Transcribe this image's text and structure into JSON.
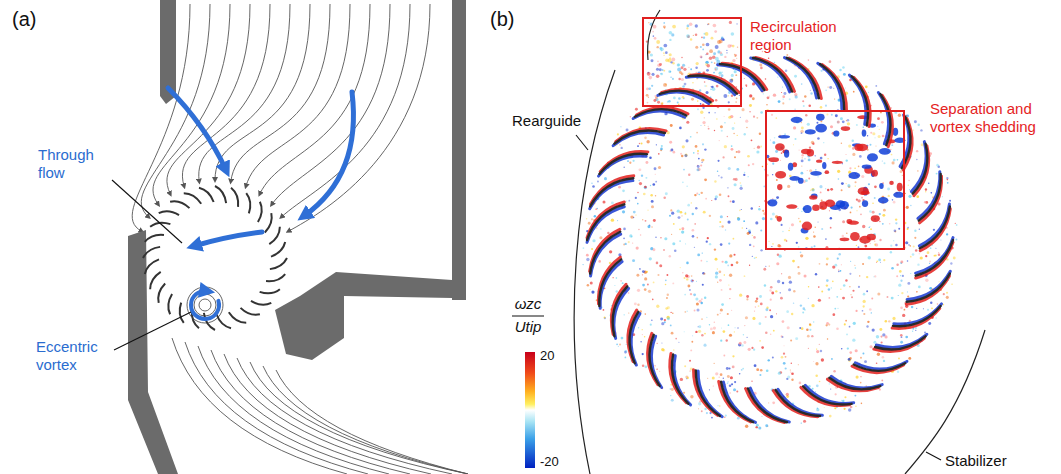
{
  "diagram": {
    "nodes": [
      {
        "text": [
          "Recirculation region"
        ]
      },
      {
        "text": [
          "Separation and vortex shedding"
        ]
      }
    ],
    "labels": [
      "(a)",
      "(b)",
      "Through flow",
      "Eccentric vortex",
      "Rearguide",
      "Stabilizer",
      "ωzc",
      "Utip",
      "20",
      "-20"
    ]
  }
}
